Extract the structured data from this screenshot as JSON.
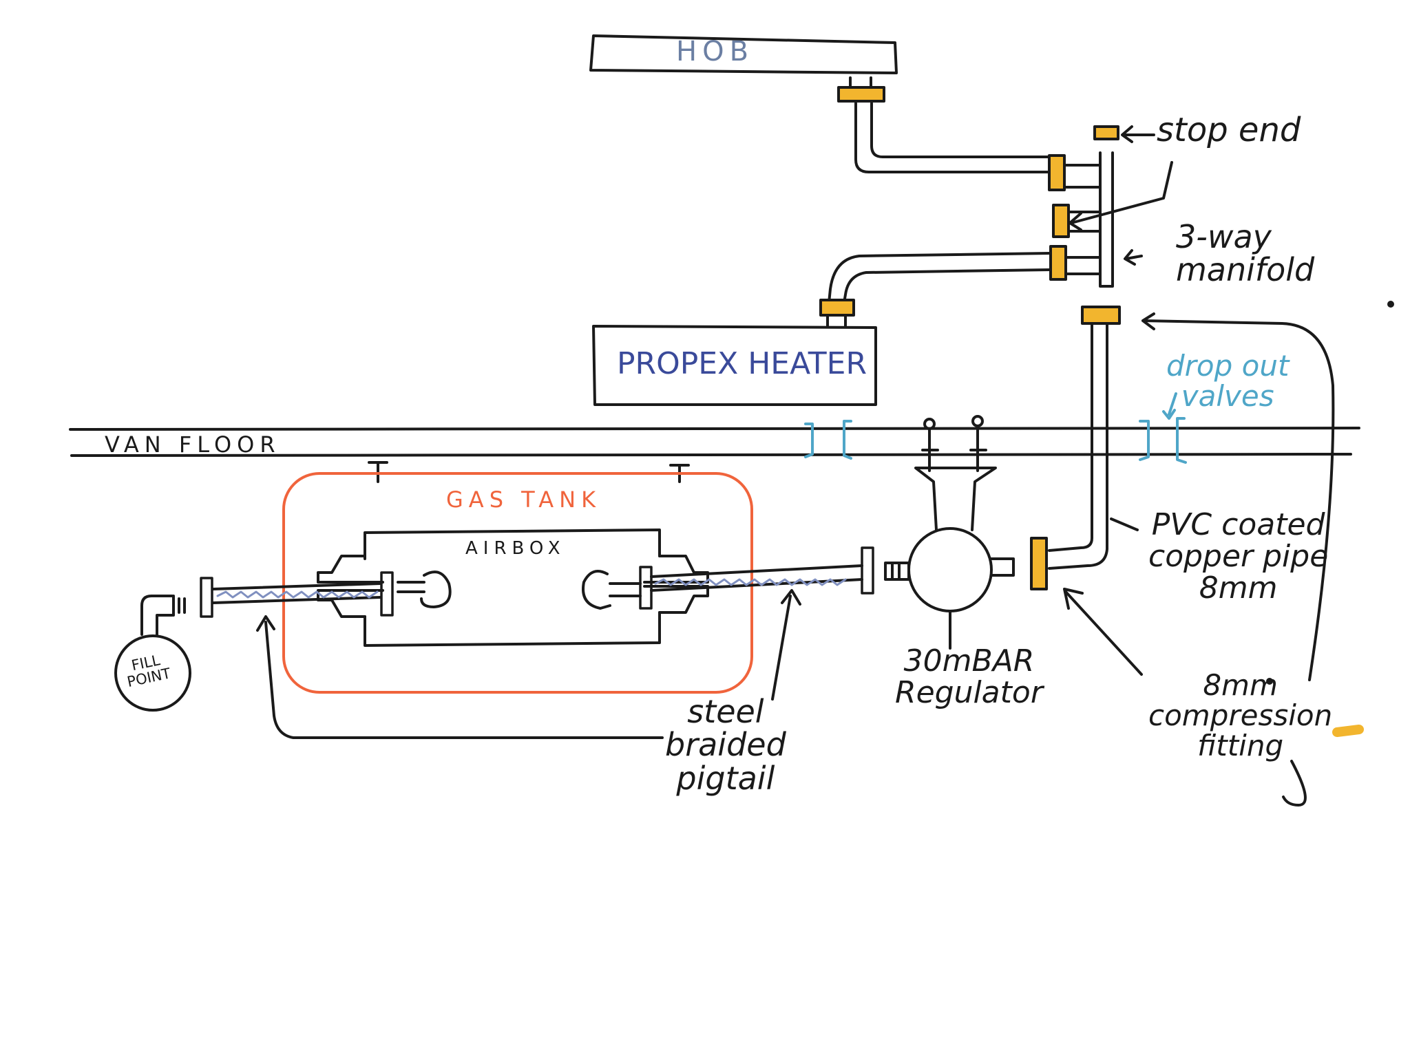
{
  "labels": {
    "hob": "HOB",
    "stop_end": "stop end",
    "manifold": "3-way\nmanifold",
    "propex_heater": "PROPEX HEATER",
    "drop_out_valves": "drop out\nvalves",
    "van_floor": "VAN FLOOR",
    "gas_tank": "GAS TANK",
    "airbox": "AIRBOX",
    "pvc_pipe": "PVC coated\ncopper pipe\n8mm",
    "fill_point": "FILL\nPOINT",
    "regulator": "30mBAR\nRegulator",
    "compression_fitting": "8mm\ncompression\nfitting",
    "pigtail": "steel\nbraided\npigtail"
  },
  "colors": {
    "ink": "#1a1a1a",
    "hob_text": "#6b7fa3",
    "heater_text": "#3a4a9a",
    "tank_outline": "#f0643c",
    "fitting": "#f2b52e",
    "valves": "#4fa6c8",
    "braid": "#8090c0"
  }
}
